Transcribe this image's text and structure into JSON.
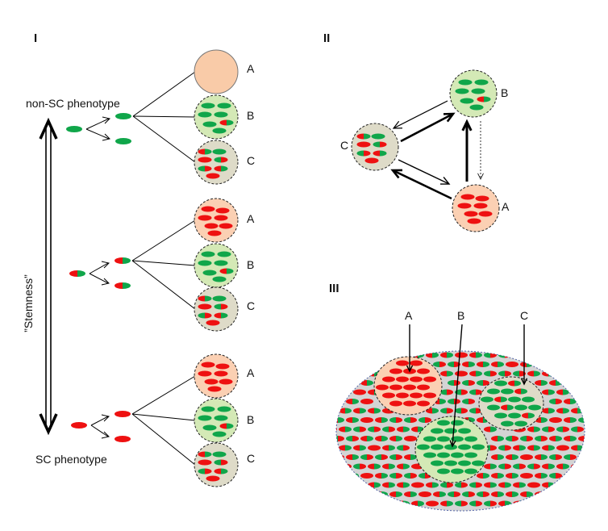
{
  "panels": {
    "p1": "I",
    "p2": "II",
    "p3": "III"
  },
  "phenotypes": {
    "top": "non-SC phenotype",
    "bottom": "SC phenotype",
    "axis": "”Stemness”"
  },
  "letters": {
    "a": "A",
    "b": "B",
    "c": "C"
  },
  "colors": {
    "green": "#10a64a",
    "red": "#ee1111",
    "peach": "#fbd0b3",
    "lightgreen": "#d4e9b6",
    "tan": "#dedbc8",
    "grey": "#d4d4d4"
  },
  "cell_kinds": {
    "non_sc_parent": "green cell",
    "intermediate_parent": "red-green cell",
    "sc_parent": "red cell"
  }
}
